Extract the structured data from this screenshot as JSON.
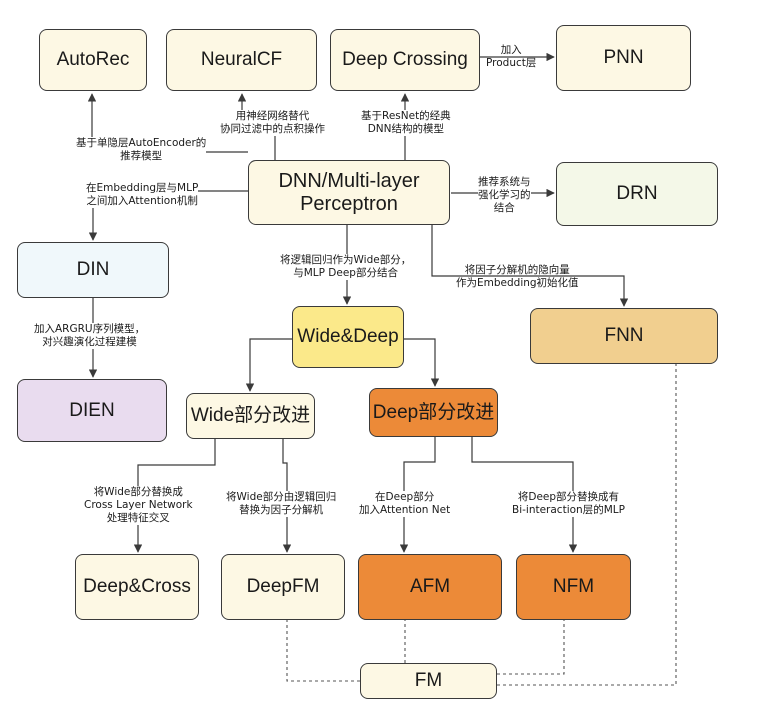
{
  "colors": {
    "cream": "#fdf8e4",
    "light_green": "#f4f8e8",
    "light_blue": "#f0f8fb",
    "lavender": "#e9dcef",
    "yellow": "#fbe98a",
    "tan": "#f1cf8f",
    "orange": "#ec8a38",
    "line": "#3a3a3a"
  },
  "nodes": {
    "autorec": "AutoRec",
    "neuralcf": "NeuralCF",
    "deep_crossing": "Deep Crossing",
    "pnn": "PNN",
    "dnn": "DNN/Multi-layer Perceptron",
    "drn": "DRN",
    "din": "DIN",
    "dien": "DIEN",
    "wide_deep": "Wide&Deep",
    "fnn": "FNN",
    "wide_improve": "Wide部分改进",
    "deep_improve": "Deep部分改进",
    "deep_cross": "Deep&Cross",
    "deepfm": "DeepFM",
    "afm": "AFM",
    "nfm": "NFM",
    "fm": "FM"
  },
  "edge_labels": {
    "to_pnn": "加入\nProduct层",
    "to_autorec": "基于单隐层AutoEncoder的\n推荐模型",
    "to_neuralcf": "用神经网络替代\n协同过滤中的点积操作",
    "to_deep_crossing": "基于ResNet的经典\nDNN结构的模型",
    "to_din": "在Embedding层与MLP\n之间加入Attention机制",
    "to_drn": "推荐系统与\n强化学习的\n结合",
    "to_wide_deep": "将逻辑回归作为Wide部分，\n与MLP Deep部分结合",
    "to_fnn": "将因子分解机的隐向量\n作为Embedding初始化值",
    "to_dien": "加入ARGRU序列模型，\n对兴趣演化过程建模",
    "to_deep_cross": "将Wide部分替换成\nCross Layer Network\n处理特征交叉",
    "to_deepfm": "将Wide部分由逻辑回归\n替换为因子分解机",
    "to_afm": "在Deep部分\n加入Attention Net",
    "to_nfm": "将Deep部分替换成有\nBi-interaction层的MLP"
  }
}
